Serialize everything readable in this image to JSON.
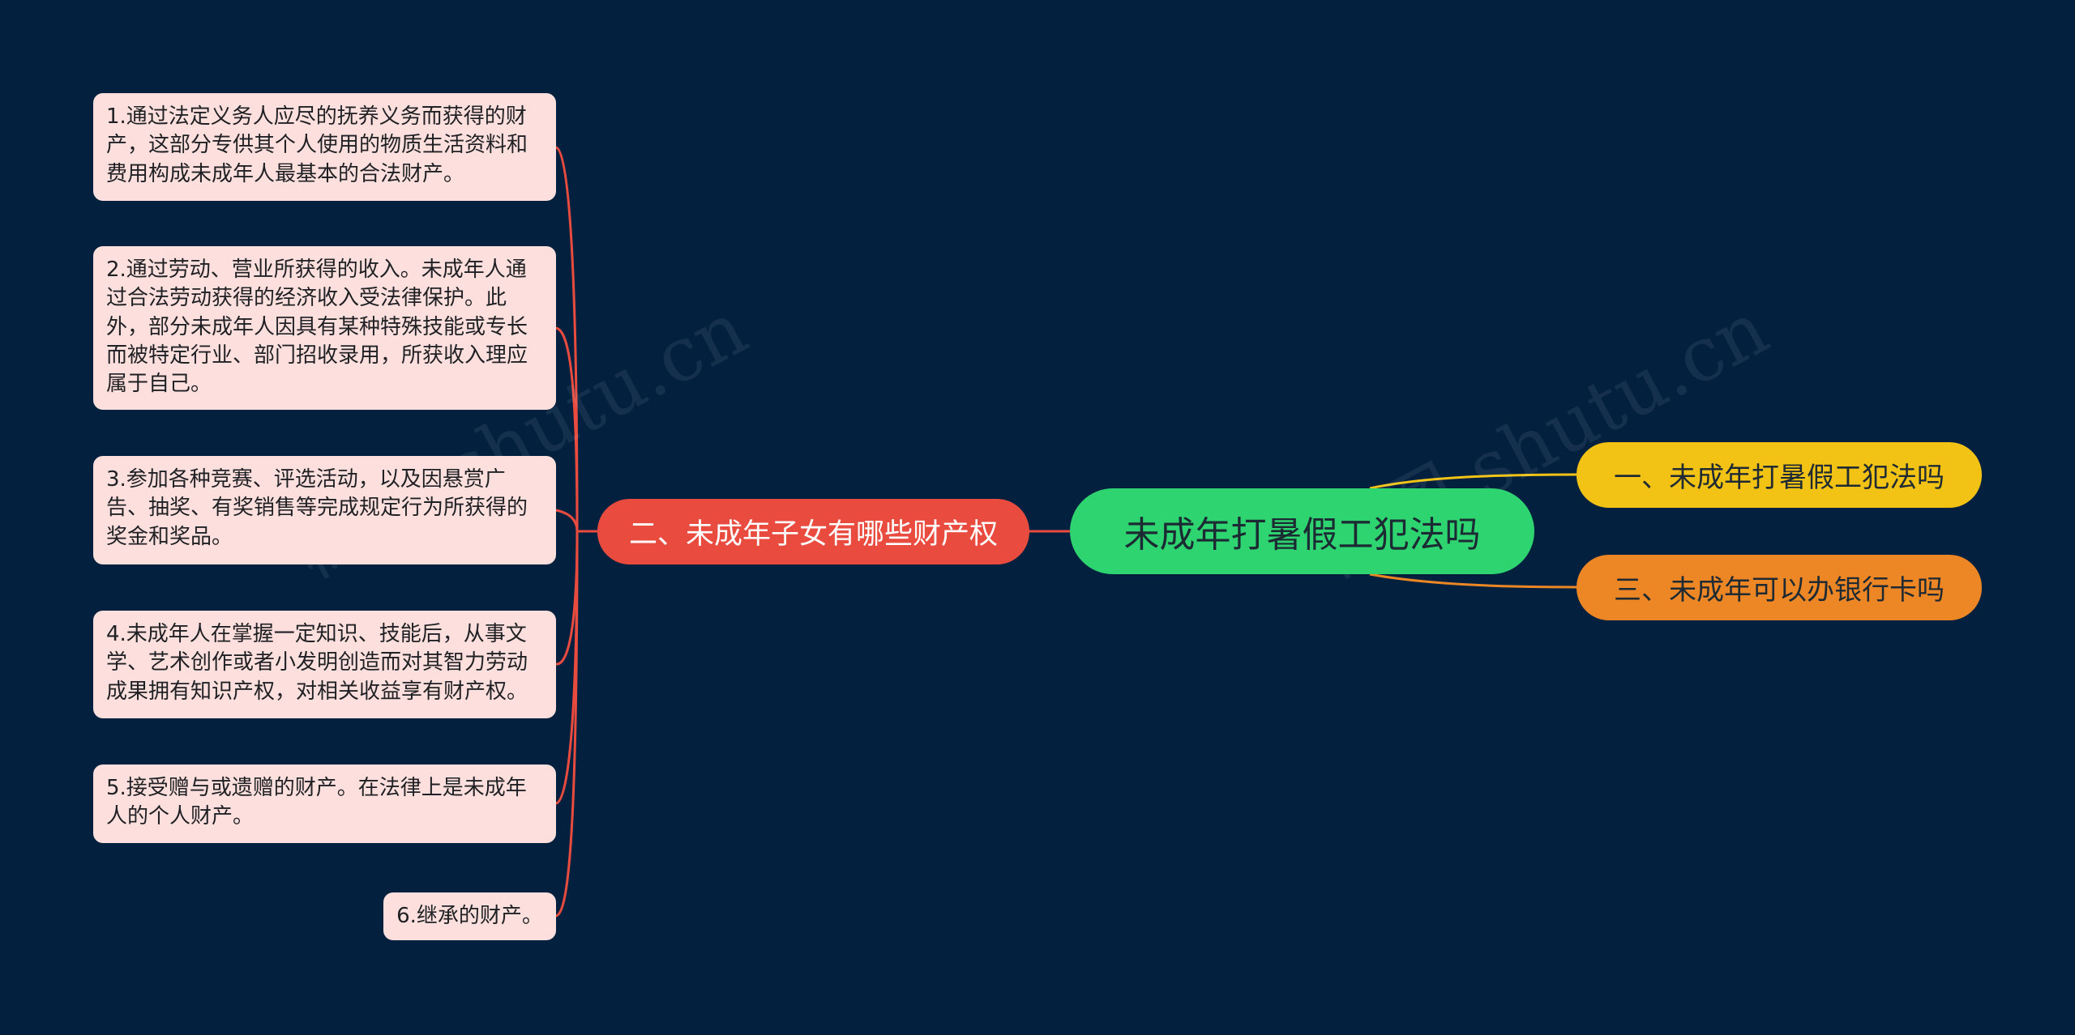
{
  "root": {
    "label": "未成年打暑假工犯法吗"
  },
  "branches": [
    {
      "label": "一、未成年打暑假工犯法吗",
      "color": "#f2c315"
    },
    {
      "label": "二、未成年子女有哪些财产权",
      "color": "#e94b3f"
    },
    {
      "label": "三、未成年可以办银行卡吗",
      "color": "#ed8725"
    }
  ],
  "leaves": [
    "1.通过法定义务人应尽的抚养义务而获得的财产，这部分专供其个人使用的物质生活资料和费用构成未成年人最基本的合法财产。",
    "2.通过劳动、营业所获得的收入。未成年人通过合法劳动获得的经济收入受法律保护。此外，部分未成年人因具有某种特殊技能或专长而被特定行业、部门招收录用，所获收入理应属于自己。",
    "3.参加各种竞赛、评选活动，以及因悬赏广告、抽奖、有奖销售等完成规定行为所获得的奖金和奖品。",
    "4.未成年人在掌握一定知识、技能后，从事文学、艺术创作或者小发明创造而对其智力劳动成果拥有知识产权，对相关收益享有财产权。",
    "5.接受赠与或遗赠的财产。在法律上是未成年人的个人财产。",
    "6.继承的财产。"
  ],
  "watermark": "树图 shutu.cn",
  "colors": {
    "background": "#03213f",
    "root": "#2ed46f",
    "leaf": "#fde0de",
    "connector_left": "#e94b3f"
  }
}
